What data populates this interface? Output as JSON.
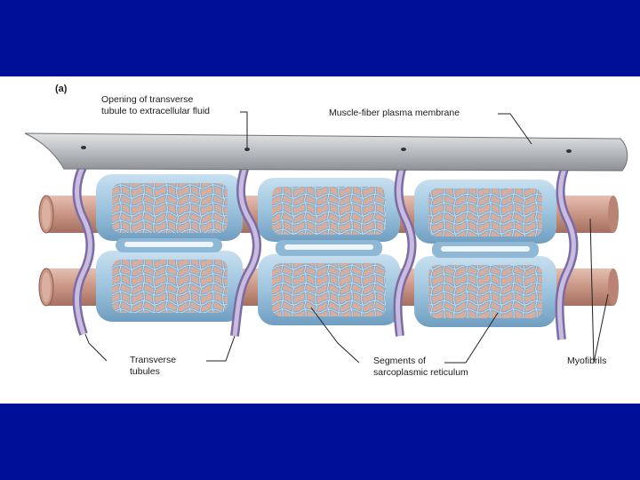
{
  "figure": {
    "panel_letter": "(a)",
    "labels": {
      "t_tubule_opening": [
        "Opening of transverse",
        "tubule to extracellular fluid"
      ],
      "plasma_membrane": "Muscle-fiber plasma membrane",
      "transverse_tubules": [
        "Transverse",
        "tubules"
      ],
      "sarcoplasmic_reticulum": [
        "Segments of",
        "sarcoplasmic reticulum"
      ],
      "myofibrils": "Myofibrils"
    }
  },
  "colors": {
    "slide_background": "#000f98",
    "panel_background": "#ffffff",
    "membrane": "#b8bcc0",
    "myofibril": "#c99584",
    "reticulum": "#9ec4de",
    "t_tubule": "#a99bc9"
  }
}
